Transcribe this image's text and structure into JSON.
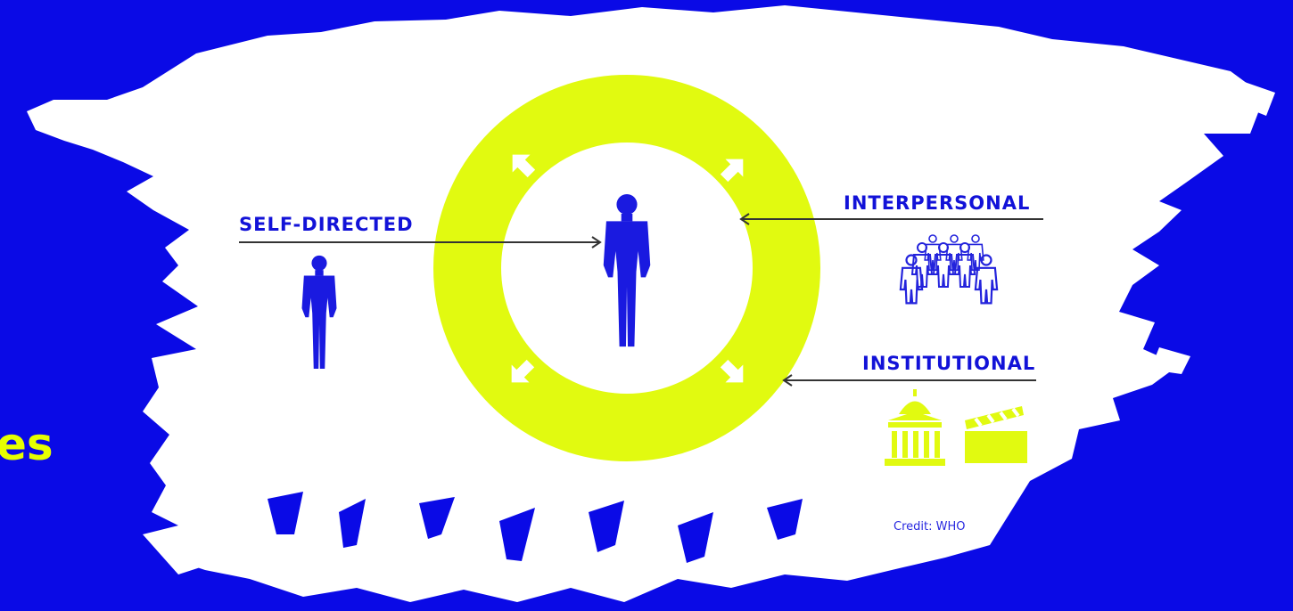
{
  "labels": {
    "self_directed": "SELF-DIRECTED",
    "interpersonal": "INTERPERSONAL",
    "institutional": "INSTITUTIONAL"
  },
  "partial_heading": "es",
  "credit": "Credit: WHO",
  "colors": {
    "background": "#0a0ae6",
    "paper": "#ffffff",
    "ring": "#e1fa10",
    "figure": "#1a1ae0",
    "heading_accent": "#e6ff00"
  },
  "icons": {
    "center": "person-icon",
    "self": "person-icon",
    "interpersonal": "group-of-people-icon",
    "institutional": [
      "government-building-icon",
      "clapperboard-icon"
    ]
  }
}
